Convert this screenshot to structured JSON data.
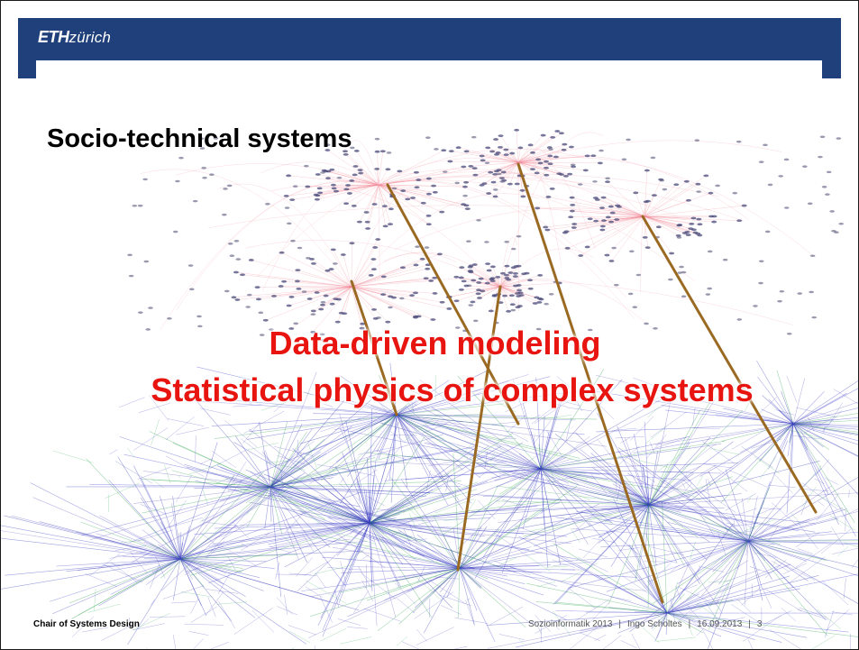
{
  "header": {
    "logo_bold": "ETH",
    "logo_italic": "zürich",
    "bar_color": "#1f407a"
  },
  "slide": {
    "title": "Socio-technical systems",
    "overlay_line1": "Data-driven modeling",
    "overlay_line2": "Statistical physics of complex systems",
    "overlay_color": "#e8140f",
    "arrow_color": "#9a6a22"
  },
  "footer": {
    "chair": "Chair of Systems Design",
    "course": "Soziоinformatik 2013",
    "author": "Ingo Scholtes",
    "date": "16.09.2013",
    "page": "3",
    "separator": "|"
  }
}
